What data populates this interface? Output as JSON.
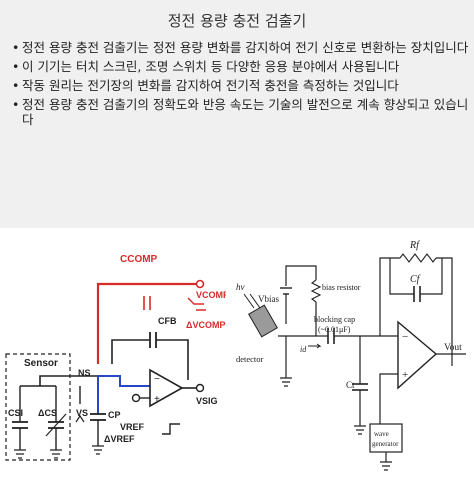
{
  "title": "정전 용량 충전 검출기",
  "bullets": [
    "정전 용량 충전 검출기는 정전 용량 변화를 감지하여 전기 신호로 변환하는 장치입니다",
    "이 기기는 터치 스크린, 조명 스위치 등 다양한 응용 분야에서 사용됩니다",
    "작동 원리는 전기장의 변화를 감지하여 전기적 충전을 측정하는 것입니다",
    "정전 용량 충전 검출기의 정확도와 반응 속도는 기술의 발전으로 계속 향상되고 있습니다"
  ],
  "left_diagram": {
    "ccomp": "CCOMP",
    "vcomp": "VCOMP",
    "dvcomp": "ΔVCOMP",
    "cfb": "CFB",
    "sensor": "Sensor",
    "ns": "NS",
    "csi": "CSI",
    "dcs": "ΔCS",
    "vs": "VS",
    "cp": "CP",
    "vsig": "VSIG",
    "vref": "VREF",
    "dvref": "ΔVREF",
    "colors": {
      "ccomp": "#d92a2a",
      "ns_path": "#2747c9",
      "wire": "#222222"
    }
  },
  "right_diagram": {
    "hv": "hv",
    "vbias": "Vbias",
    "bias_resistor": "bias resistor",
    "detector": "detector",
    "id": "id",
    "blocking_cap": "blocking cap",
    "cap_value": "(~0.01μF)",
    "rf": "Rf",
    "cf": "Cf",
    "ct": "Ct",
    "vout": "Vout",
    "wave_generator": "wave generator"
  }
}
